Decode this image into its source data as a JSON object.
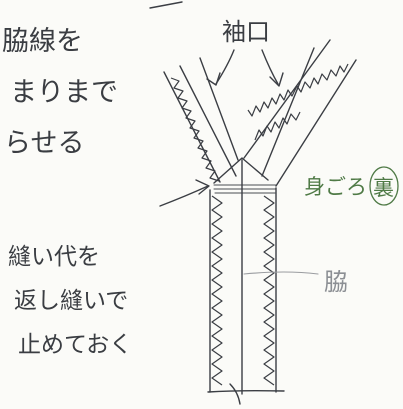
{
  "note_left": {
    "line1": "脇線を",
    "line2": "まりまで",
    "line3": "らせる"
  },
  "label_top": "袖口",
  "label_body": "身ごろ",
  "label_reverse_mark": "裏",
  "label_seam_allowance": {
    "line1": "縫い代を",
    "line2": "返し縫いで",
    "line3": "止めておく"
  },
  "label_side": "脇",
  "colors": {
    "ink": "#3b3e44",
    "green": "#4f7a46",
    "pencil": "#9a9ca0"
  }
}
